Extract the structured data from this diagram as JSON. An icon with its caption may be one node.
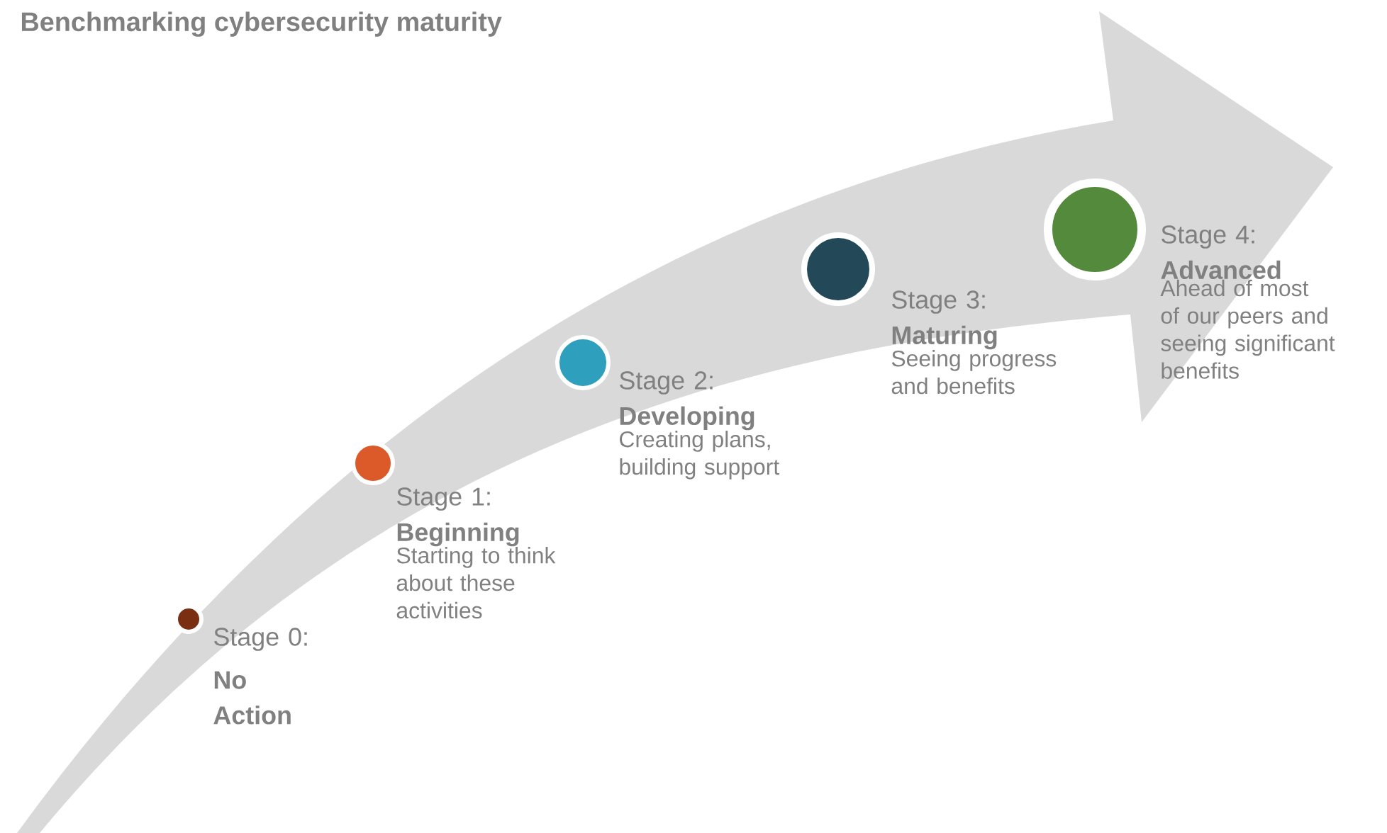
{
  "diagram": {
    "title": "Benchmarking cybersecurity maturity",
    "nodes": [
      {
        "text": [],
        "shape": "circle",
        "beside": [
          "Stage 0:",
          "No Action"
        ]
      },
      {
        "text": [],
        "shape": "circle",
        "beside": [
          "Stage 1:",
          "Beginning",
          "Starting to think about these activities"
        ]
      },
      {
        "text": [],
        "shape": "circle",
        "beside": [
          "Stage 2:",
          "Developing",
          "Creating plans, building support"
        ]
      },
      {
        "text": [],
        "shape": "circle",
        "beside": [
          "Stage 3:",
          "Maturing",
          "Seeing progress and benefits"
        ]
      },
      {
        "text": [],
        "shape": "circle",
        "beside": [
          "Stage 4:",
          "Advanced",
          "Ahead of most of our peers and seeing significant benefits"
        ]
      }
    ]
  }
}
